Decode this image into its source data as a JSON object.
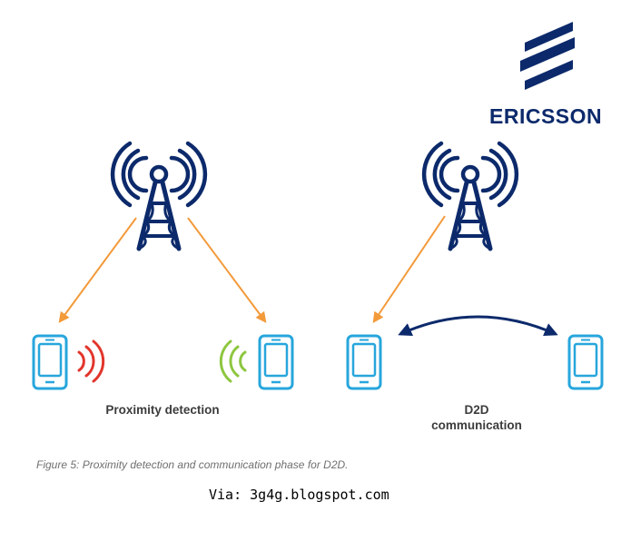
{
  "brand": {
    "name": "ERICSSON",
    "color": "#0c2a6b"
  },
  "labels": {
    "proximity": "Proximity detection",
    "d2d_line1": "D2D",
    "d2d_line2": "communication"
  },
  "caption": "Figure 5: Proximity detection and communication phase for D2D.",
  "via": "Via: 3g4g.blogspot.com",
  "colors": {
    "tower": "#0c2a6b",
    "phone": "#27a6dc",
    "arrow_orange": "#f39a3a",
    "signal_red": "#e2352b",
    "signal_green": "#8dc63f",
    "divider_top": "#8dc63f",
    "divider_bottom": "#1f7fc4"
  },
  "icons": [
    "cell-tower-icon",
    "smartphone-icon",
    "signal-waves-icon",
    "ericsson-logo-icon"
  ]
}
